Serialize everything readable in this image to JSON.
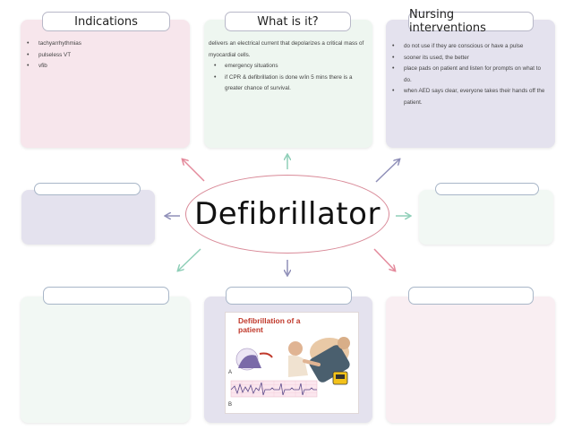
{
  "center": {
    "title": "Defibrillator"
  },
  "indications": {
    "title": "Indications",
    "items": [
      "tachyarrhythmias",
      "pulseless VT",
      "vfib"
    ]
  },
  "what_is_it": {
    "title": "What is it?",
    "intro": "delivers an electrical current that depolarizes a critical mass of myocardial cells.",
    "items": [
      "emergency situations",
      "if CPR & defibrillation is done w/in 5 mins there is a greater chance of survival."
    ]
  },
  "nursing": {
    "title": "Nursing interventions",
    "items": [
      "do not use if they are conscious or have a pulse",
      "sooner its used, the better",
      "place pads on patient and listen for prompts on what to do.",
      "when AED says clear, everyone takes their hands off the patient."
    ]
  },
  "illustration": {
    "title": "Defibrillation of a patient",
    "label_a": "A",
    "label_b": "B"
  },
  "colors": {
    "pink": "#f7e6ec",
    "mint": "#edf6ef",
    "lavender": "#e4e2ee",
    "arrow_pink": "#e48a9c",
    "arrow_mint": "#8fcfb8",
    "arrow_lavender": "#8f8fb8",
    "ellipse_border": "#d98a98"
  }
}
